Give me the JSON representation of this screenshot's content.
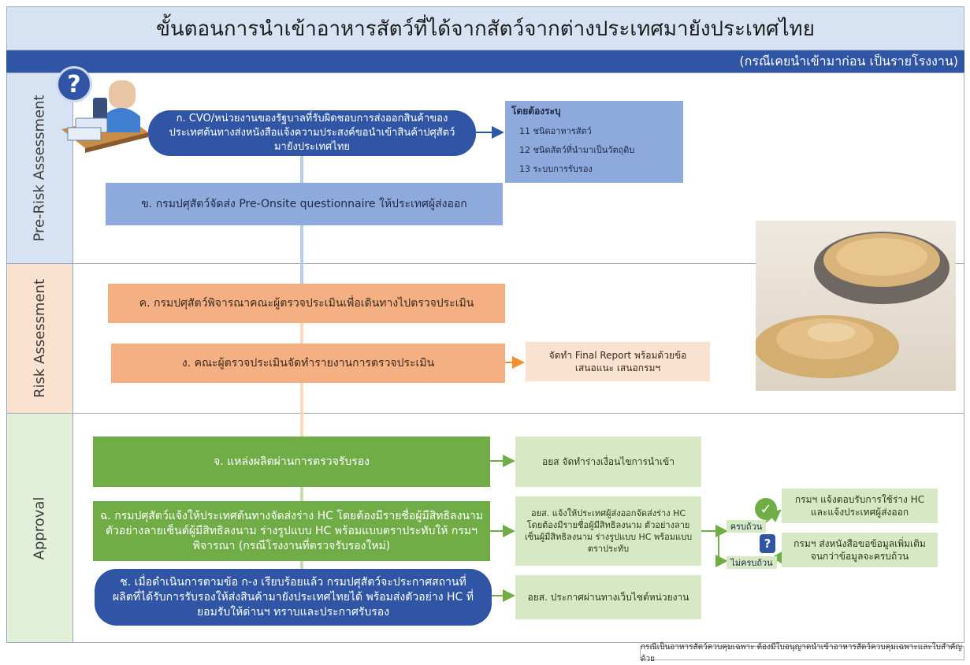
{
  "title": "ขั้นตอนการนำเข้าอาหารสัตว์ที่ได้จากสัตว์จากต่างประเทศมายังประเทศไทย",
  "subtitle": "(กรณีเคยนำเข้ามาก่อน เป็นรายโรงงาน)",
  "lanes": {
    "pre_risk": "Pre-Risk Assessment",
    "risk": "Risk Assessment",
    "approval": "Approval"
  },
  "steps": {
    "a": "ก. CVO/หน่วยงานของรัฐบาลที่รับผิดชอบการส่งออกสินค้าของประเทศต้นทางส่งหนังสือแจ้งความประสงค์ขอนำเข้าสินค้าปศุสัตว์มายังประเทศไทย",
    "b": "ข. กรมปศุสัตว์จัดส่ง Pre-Onsite questionnaire ให้ประเทศผู้ส่งออก",
    "c": "ค. กรมปศุสัตว์พิจารณาคณะผู้ตรวจประเมินเพื่อเดินทางไปตรวจประเมิน",
    "d": "ง. คณะผู้ตรวจประเมินจัดทำรายงานการตรวจประเมิน",
    "e": "จ. แหล่งผลิตผ่านการตรวจรับรอง",
    "f": "ฉ. กรมปศุสัตว์แจ้งให้ประเทศต้นทางจัดส่งร่าง HC โดยต้องมีรายชื่อผู้มีสิทธิลงนาม ตัวอย่างลายเซ็นต์ผู้มีสิทธิลงนาม ร่างรูปแบบ HC พร้อมแบบตราประทับให้ กรมฯ พิจารณา (กรณีโรงงานที่ตรวจรับรองใหม่)",
    "g": "ช. เมื่อดำเนินการตามข้อ ก-ง เรียบร้อยแล้ว กรมปศุสัตว์จะประกาศสถานที่ผลิตที่ได้รับการรับรองให้ส่งสินค้ามายังประเทศไทยได้ พร้อมส่งตัวอย่าง HC ที่ยอมรับให้ด่านฯ ทราบและประกาศรับรอง"
  },
  "specify": {
    "heading": "โดยต้องระบุ",
    "items": [
      "11 ชนิดอาหารสัตว์",
      "12 ชนิดสัตว์ที่นำมาเป็นวัตถุดิบ",
      "13 ระบบการรับรอง"
    ]
  },
  "final_report": "จัดทำ Final Report พร้อมด้วยข้อเสนอแนะ เสนอกรมฯ",
  "side": {
    "e": "อยส จัดทำร่างเงื่อนไขการนำเข้า",
    "f": "อยส. แจ้งให้ประเทศผู้ส่งออกจัดส่งร่าง HC โดยต้องมีรายชื่อผู้มีสิทธิลงนาม ตัวอย่างลายเซ็นผู้มีสิทธิลงนาม ร่างรูปแบบ HC พร้อมแบบตราประทับ",
    "g": "อยส. ประกาศผ่านทางเว็บไซต์หน่วยงาน"
  },
  "outcomes": {
    "complete_label": "ครบถ้วน",
    "incomplete_label": "ไม่ครบถ้วน",
    "complete_text": "กรมฯ แจ้งตอบรับการใช้ร่าง HC และแจ้งประเทศผู้ส่งออก",
    "incomplete_text": "กรมฯ ส่งหนังสือขอข้อมูลเพิ่มเติม จนกว่าข้อมูลจะครบถ้วน"
  },
  "footnote": "กรณีเป็นอาหารสัตว์ควบคุมเฉพาะ ต้องมีใบอนุญาตนำเข้าอาหารสัตว์ควบคุมเฉพาะและใบสำคัญด้วย",
  "colors": {
    "navy": "#2f55a4",
    "blue": "#8ea9dc",
    "orange": "#f4b083",
    "green": "#70ad47",
    "lightgreen": "#d6e8c4"
  },
  "icons": [
    "question-icon",
    "officer-icon",
    "check-icon",
    "question-small-icon",
    "grain-photo"
  ]
}
